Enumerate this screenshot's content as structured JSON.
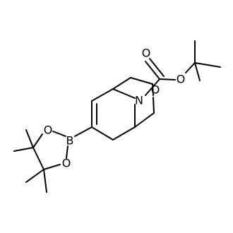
{
  "molecule": {
    "atom_labels": {
      "carbonyl_oxygen": "O",
      "ester_oxygen": "O",
      "ring_nitrogen": "N",
      "ring_oxygen": "O",
      "boron": "B",
      "boronate_oxygen_top": "O",
      "boronate_oxygen_bottom": "O"
    },
    "colors": {
      "bond": "#000000",
      "label": "#000000",
      "background": "#ffffff"
    }
  }
}
